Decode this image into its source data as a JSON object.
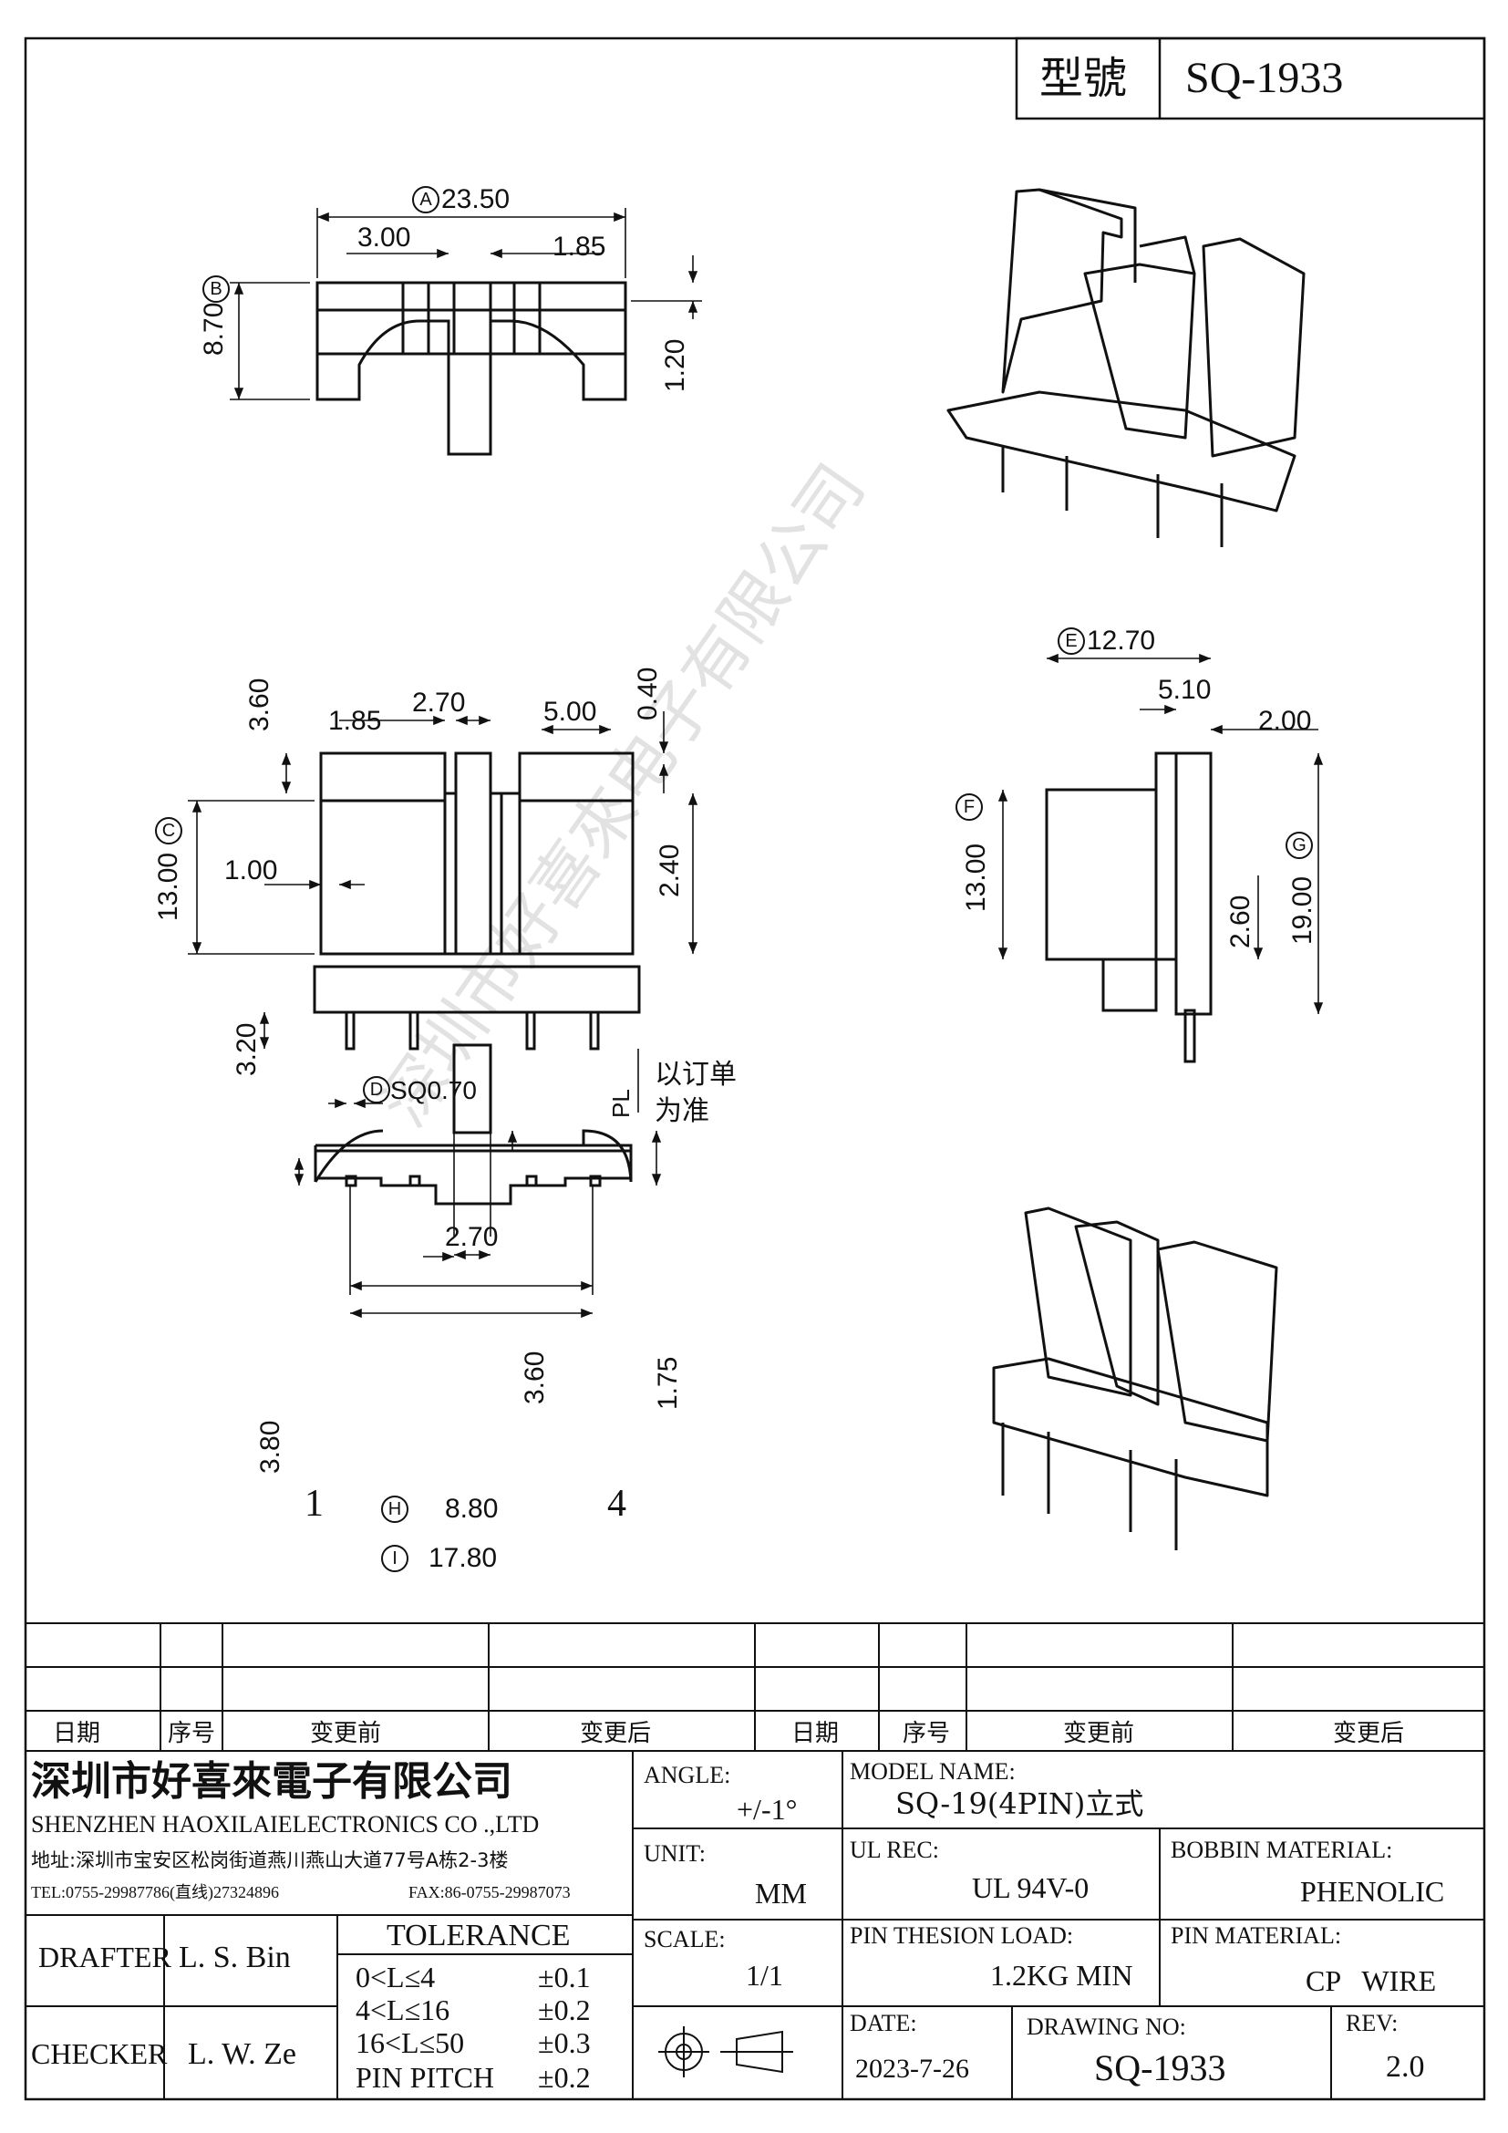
{
  "title_block_top": {
    "model_label": "型號",
    "model_value": "SQ-1933"
  },
  "dimensions": {
    "top_view": {
      "overall_width": "23.50",
      "ref_a": "A",
      "left_gap": "3.00",
      "right_gap": "1.85",
      "height_ref": "B",
      "height": "8.70",
      "rim": "1.20"
    },
    "front_view": {
      "d1": "3.60",
      "d2": "1.85",
      "d3": "2.70",
      "d4": "5.00",
      "d5": "0.40",
      "ref_c": "C",
      "height": "13.00",
      "d6": "1.00",
      "d7": "2.40",
      "pin_len": "3.20",
      "ref_d": "D",
      "pin_sq": "SQ0.70",
      "pl": "PL",
      "note_line1": "以订单",
      "note_line2": "为准"
    },
    "side_view": {
      "ref_e": "E",
      "width": "12.70",
      "d1": "5.10",
      "d2": "2.00",
      "ref_f": "F",
      "height": "13.00",
      "d3": "2.60",
      "ref_g": "G",
      "total": "19.00"
    },
    "bottom_view": {
      "d1": "2.70",
      "d2": "3.60",
      "d3": "1.75",
      "d4": "3.80",
      "pin1": "1",
      "pin4": "4",
      "ref_h": "H",
      "pitch": "8.80",
      "ref_i": "I",
      "span": "17.80"
    }
  },
  "revision_table": {
    "headers": [
      "日期",
      "序号",
      "变更前",
      "变更后",
      "日期",
      "序号",
      "变更前",
      "变更后"
    ]
  },
  "company": {
    "name_cn": "深圳市好喜來電子有限公司",
    "name_en": "SHENZHEN HAOXILAIELECTRONICS CO .,LTD",
    "address": "地址:深圳市宝安区松岗街道燕川燕山大道77号A栋2-3楼",
    "tel": "TEL:0755-29987786(直线)27324896",
    "fax": "FAX:86-0755-29987073",
    "watermark": "深圳市好喜來电子有限公司"
  },
  "people": {
    "drafter_label": "DRAFTER",
    "drafter": "L. S. Bin",
    "checker_label": "CHECKER",
    "checker": "L. W. Ze"
  },
  "tolerance": {
    "title": "TOLERANCE",
    "rows": [
      {
        "range": "0<L≤4",
        "value": "±0.1"
      },
      {
        "range": "4<L≤16",
        "value": "±0.2"
      },
      {
        "range": "16<L≤50",
        "value": "±0.3"
      },
      {
        "range": "PIN PITCH",
        "value": "±0.2"
      }
    ]
  },
  "specs": {
    "angle_label": "ANGLE:",
    "angle": "+/-1°",
    "unit_label": "UNIT:",
    "unit": "MM",
    "scale_label": "SCALE:",
    "scale": "1/1",
    "model_name_label": "MODEL NAME:",
    "model_name": "SQ-19(4PIN)立式",
    "ul_label": "UL REC:",
    "ul": "UL 94V-0",
    "bobbin_label": "BOBBIN MATERIAL:",
    "bobbin": "PHENOLIC",
    "pin_load_label": "PIN THESION LOAD:",
    "pin_load": "1.2KG MIN",
    "pin_material_label": "PIN MATERIAL:",
    "pin_material": "CP WIRE",
    "date_label": "DATE:",
    "date": "2023-7-26",
    "drawing_no_label": "DRAWING NO:",
    "drawing_no": "SQ-1933",
    "rev_label": "REV:",
    "rev": "2.0"
  }
}
